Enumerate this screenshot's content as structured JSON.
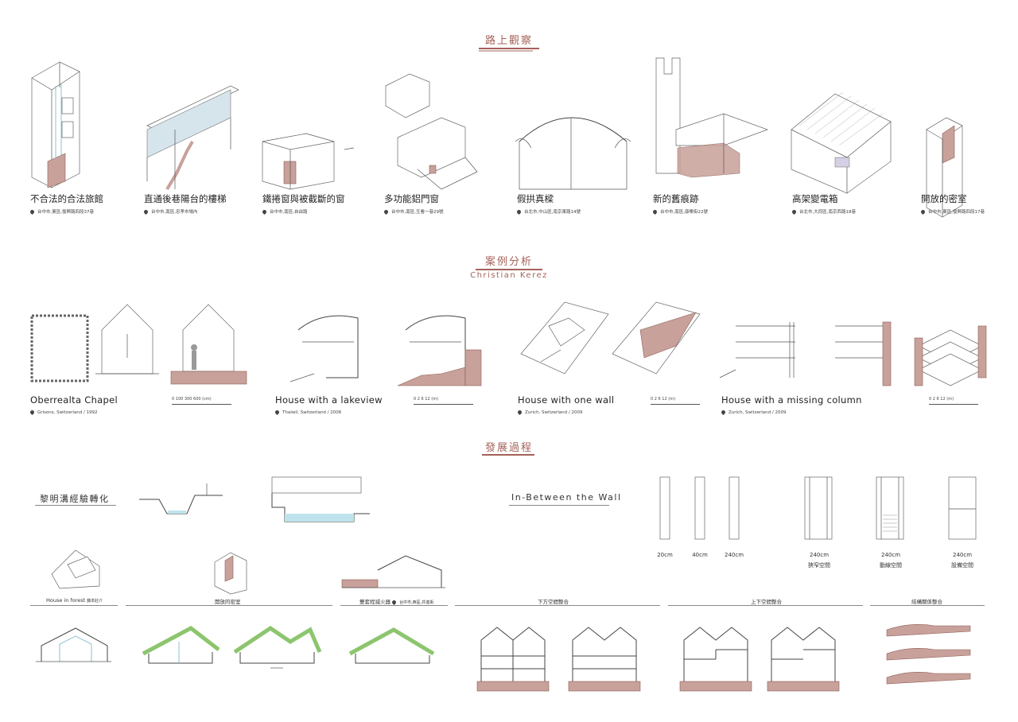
{
  "sections": {
    "observation": {
      "title": "路上觀察"
    },
    "case": {
      "title": "案例分析",
      "subtitle": "Christian Kerez"
    },
    "development": {
      "title": "發展過程"
    }
  },
  "observations": [
    {
      "title": "不合法的合法旅館",
      "location": "台中市,東區,復興路四段37巷"
    },
    {
      "title": "直通後巷陽台的樓梯",
      "location": "台中市,南區,忠孝市場內"
    },
    {
      "title": "鐵捲窗與被截斷的窗",
      "location": "台中市,南區,自由路"
    },
    {
      "title": "多功能鋁門窗",
      "location": "台中市,南區,互看一巷29號"
    },
    {
      "title": "假拱真樑",
      "location": "台北市,中山區,南京東路14號"
    },
    {
      "title": "新的舊痕跡",
      "location": "台中市,南區,康樂街22號"
    },
    {
      "title": "高架變電箱",
      "location": "台北市,大同區,南京西路18巷"
    },
    {
      "title": "開放的密室",
      "location": "台中市,東區,復興路四段17巷"
    }
  ],
  "cases": [
    {
      "title": "Oberrealta Chapel",
      "location": "Grisons, Switzerland / 1992",
      "scale": "0   100     300          600   (cm)"
    },
    {
      "title": "House with a lakeview",
      "location": "Thalwil, Switzerland / 2006",
      "scale": "0   2      6         12   (m)"
    },
    {
      "title": "House with one wall",
      "location": "Zurich, Switzerland / 2009",
      "scale": "0   2     6        12   (m)"
    },
    {
      "title": "House with a missing column",
      "location": "Zurich, Switzerland / 2009",
      "scale": "0   2      6        12   (m)"
    }
  ],
  "development": {
    "left_heading": "黎明溝經驗轉化",
    "right_heading": "In-Between the Wall",
    "walls": [
      {
        "width": "20cm"
      },
      {
        "width": "40cm"
      },
      {
        "width": "240cm"
      }
    ],
    "spaces": [
      {
        "width": "240cm",
        "label": "狹窄空間"
      },
      {
        "width": "240cm",
        "label": "動線空間"
      },
      {
        "width": "240cm",
        "label": "設備空間"
      }
    ],
    "captions": {
      "house_forest": "House in forest",
      "house_forest_author": "藤本壯介",
      "open_room": "開放的密室",
      "fire_box": "雙套程滅火器",
      "fire_box_loc": "台中市,西區,共進街",
      "lower_integration": "下方空間整合",
      "updown_integration": "上下空間整合",
      "structure_integration": "結構關係整合"
    }
  },
  "colors": {
    "accent": "#a5625a",
    "brick": "#c8a19a",
    "green": "#8cc56e",
    "water": "#bfe3ec"
  }
}
